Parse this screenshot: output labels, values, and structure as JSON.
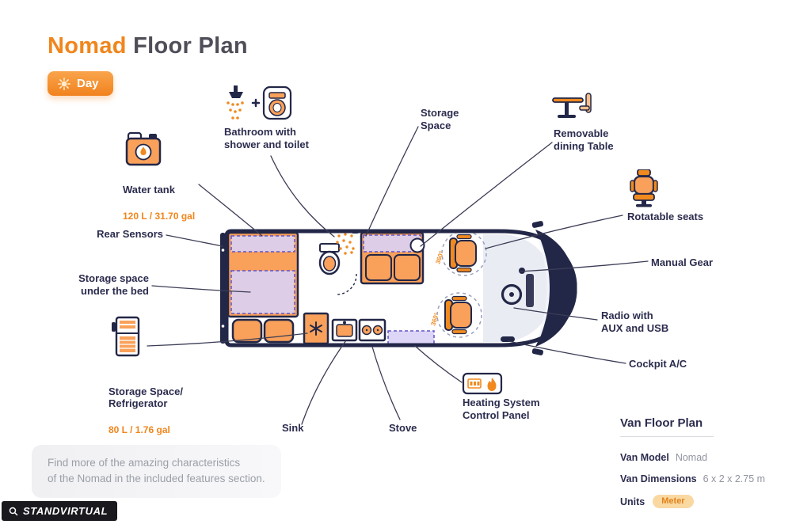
{
  "title": {
    "brand": "Nomad",
    "rest": "Floor Plan"
  },
  "mode_toggle": {
    "label": "Day"
  },
  "callouts": {
    "bathroom": {
      "label": "Bathroom with\nshower and toilet"
    },
    "storage_space": {
      "label": "Storage\nSpace"
    },
    "dining_table": {
      "label": "Removable\ndining Table"
    },
    "water_tank": {
      "label": "Water tank",
      "capacity": "120 L / 31.70 gal"
    },
    "rear_sensors": {
      "label": "Rear Sensors"
    },
    "under_bed": {
      "label": "Storage space\nunder the bed"
    },
    "fridge": {
      "label": "Storage Space/\nRefrigerator",
      "capacity": "80 L / 1.76 gal"
    },
    "rotatable_seats": {
      "label": "Rotatable seats"
    },
    "manual_gear": {
      "label": "Manual Gear"
    },
    "radio": {
      "label": "Radio with\nAUX and USB"
    },
    "cockpit_ac": {
      "label": "Cockpit A/C"
    },
    "sink": {
      "label": "Sink"
    },
    "stove": {
      "label": "Stove"
    },
    "heating": {
      "label": "Heating System\nControl Panel"
    }
  },
  "van": {
    "rotation_label": "360°"
  },
  "info_panel": {
    "title": "Van Floor Plan",
    "rows": [
      {
        "label": "Van Model",
        "value": "Nomad"
      },
      {
        "label": "Van Dimensions",
        "value": "6 x 2 x 2.75 m"
      },
      {
        "label": "Units",
        "value": "Meter"
      }
    ]
  },
  "footer_note": "Find more of the amazing characteristics\nof the Nomad in the included features section.",
  "watermark": "STANDVIRTUAL",
  "colors": {
    "accent_orange": "#F0861C",
    "light_orange": "#F9A05A",
    "navy": "#232747",
    "lavender": "#D9D2F6",
    "lavender_border": "#5F54C9"
  }
}
